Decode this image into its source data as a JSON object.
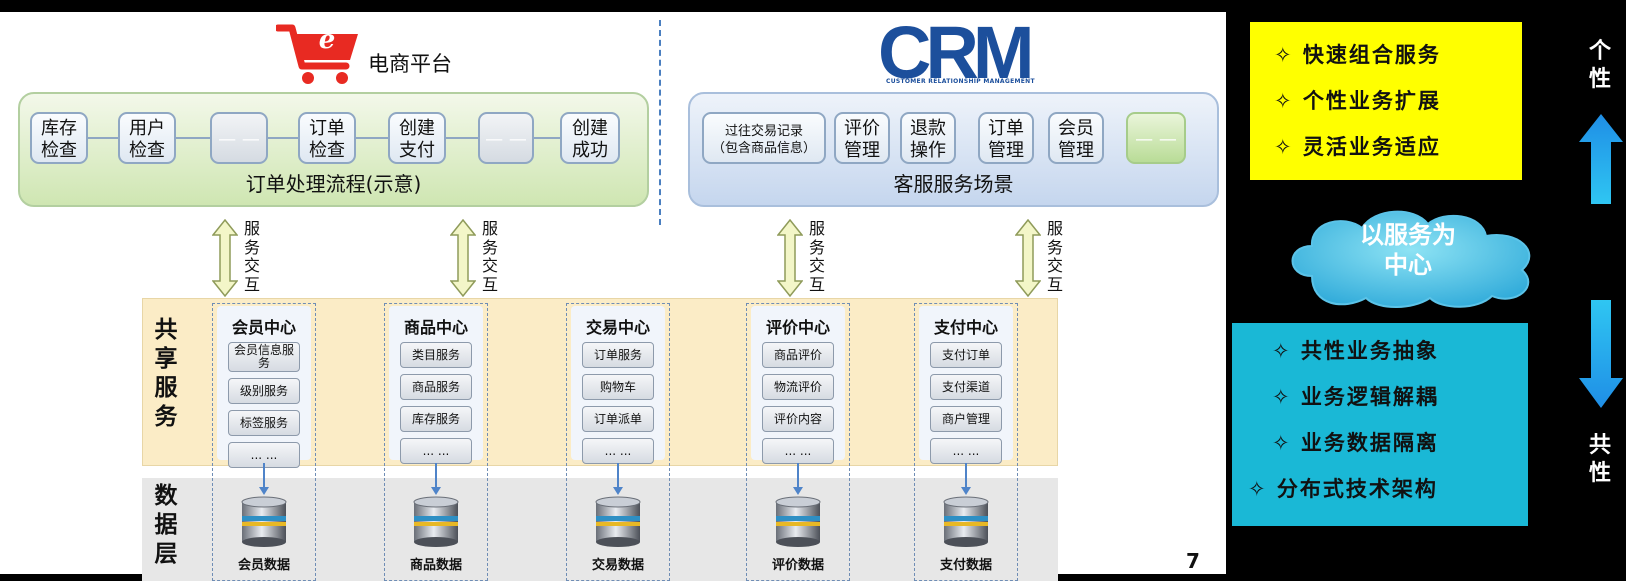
{
  "ecommerce": {
    "logo_letter": "e",
    "label": "电商平台"
  },
  "crm": {
    "logo": "CRM",
    "sub": "CUSTOMER RELATIONSHIP MANAGEMENT"
  },
  "order_flow": {
    "title": "订单处理流程(示意)",
    "steps": [
      {
        "l1": "库存",
        "l2": "检查"
      },
      {
        "l1": "用户",
        "l2": "检查"
      },
      {
        "l1": "— —",
        "l2": ""
      },
      {
        "l1": "订单",
        "l2": "检查"
      },
      {
        "l1": "创建",
        "l2": "支付"
      },
      {
        "l1": "— —",
        "l2": ""
      },
      {
        "l1": "创建",
        "l2": "成功"
      }
    ]
  },
  "service_scene": {
    "title": "客服服务场景",
    "items": [
      {
        "l1": "过往交易记录",
        "l2": "（包含商品信息）"
      },
      {
        "l1": "评价",
        "l2": "管理"
      },
      {
        "l1": "退款",
        "l2": "操作"
      },
      {
        "l1": "订单",
        "l2": "管理"
      },
      {
        "l1": "会员",
        "l2": "管理"
      },
      {
        "l1": "— —",
        "l2": ""
      }
    ]
  },
  "interaction_label": [
    "服",
    "务",
    "交",
    "互"
  ],
  "shared_label": [
    "共",
    "享",
    "服",
    "务"
  ],
  "data_layer_label": [
    "数",
    "据",
    "层"
  ],
  "centers": [
    {
      "title": "会员中心",
      "services": [
        "会员信息服务",
        "级别服务",
        "标签服务",
        "... ..."
      ],
      "db": "会员数据"
    },
    {
      "title": "商品中心",
      "services": [
        "类目服务",
        "商品服务",
        "库存服务",
        "... ..."
      ],
      "db": "商品数据"
    },
    {
      "title": "交易中心",
      "services": [
        "订单服务",
        "购物车",
        "订单派单",
        "... ..."
      ],
      "db": "交易数据"
    },
    {
      "title": "评价中心",
      "services": [
        "商品评价",
        "物流评价",
        "评价内容",
        "... ..."
      ],
      "db": "评价数据"
    },
    {
      "title": "支付中心",
      "services": [
        "支付订单",
        "支付渠道",
        "商户管理",
        "... ..."
      ],
      "db": "支付数据"
    }
  ],
  "page_number": "7",
  "right_panel": {
    "top_features": [
      "✧ 快速组合服务",
      "✧ 个性业务扩展",
      "✧ 灵活业务适应"
    ],
    "cloud_line1": "以服务为",
    "cloud_line2": "中心",
    "bottom_features": [
      "✧ 共性业务抽象",
      "✧ 业务逻辑解耦",
      "✧ 业务数据隔离",
      "✧ 分布式技术架构"
    ],
    "top_word": [
      "个",
      "性"
    ],
    "bottom_word": [
      "共",
      "性"
    ]
  },
  "colors": {
    "yellow": "#ffff00",
    "cyan": "#1ab8d6",
    "crm_blue": "#1c4f9c",
    "cart_red": "#e82a22"
  }
}
